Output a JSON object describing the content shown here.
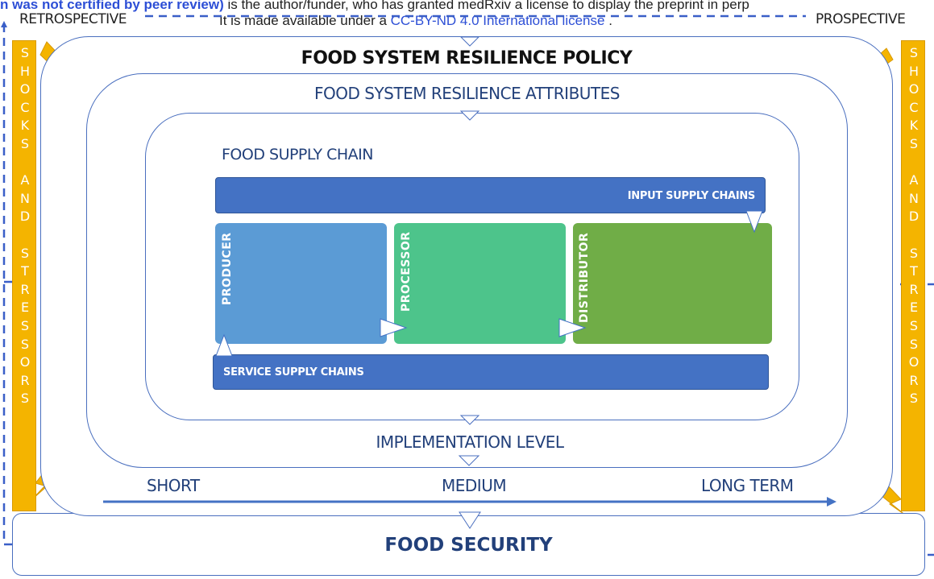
{
  "header": {
    "line1_bold": "n was not certified by peer review)",
    "line1_rest": " is the author/funder, who has granted medRxiv a license to display the preprint in perp",
    "line2_pre": "It is made available under a ",
    "line2_link": "CC-BY-ND 4.0 International license",
    "line2_post": " ."
  },
  "corners": {
    "left": "RETROSPECTIVE",
    "right": "PROSPECTIVE"
  },
  "levels": {
    "policy": "FOOD SYSTEM RESILIENCE POLICY",
    "attributes": "FOOD SYSTEM RESILIENCE ATTRIBUTES",
    "supply_chain": "FOOD SUPPLY CHAIN",
    "implementation": "IMPLEMENTATION LEVEL",
    "security": "FOOD SECURITY"
  },
  "chains": {
    "input": "INPUT SUPPLY CHAINS",
    "service": "SERVICE SUPPLY CHAINS"
  },
  "stages": [
    {
      "label": "PRODUCER",
      "color": "#5b9bd5"
    },
    {
      "label": "PROCESSOR",
      "color": "#4dc48b"
    },
    {
      "label": "DISTRIBUTOR",
      "color": "#70ad47"
    }
  ],
  "side_label": [
    "S",
    "H",
    "O",
    "C",
    "K",
    "S",
    "",
    "A",
    "N",
    "D",
    "",
    "S",
    "T",
    "R",
    "E",
    "S",
    "S",
    "O",
    "R",
    "S"
  ],
  "terms": {
    "short": "SHORT",
    "medium": "MEDIUM",
    "long": "LONG TERM"
  },
  "colors": {
    "navy": "#22407a",
    "blue": "#4472c4",
    "dashed": "#3a5fc8",
    "bolt": "#f4b400"
  }
}
